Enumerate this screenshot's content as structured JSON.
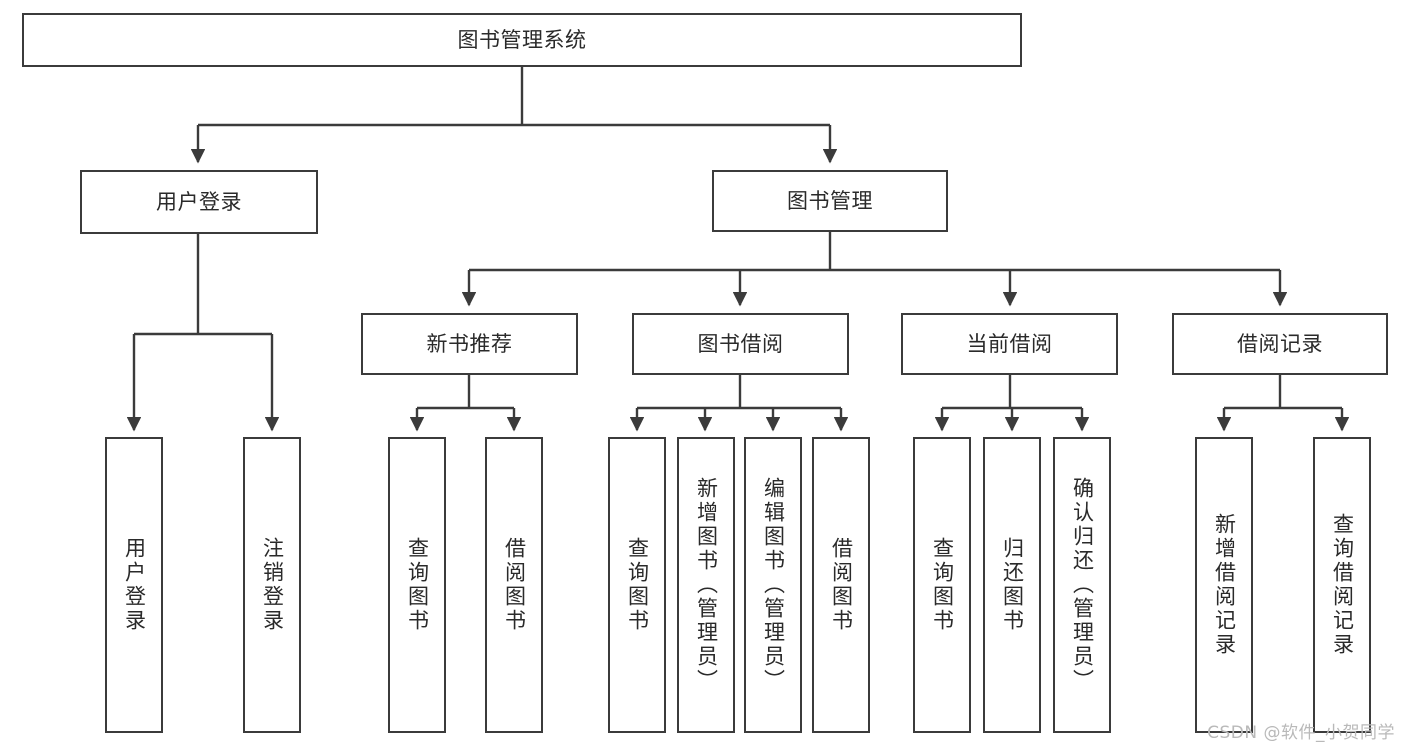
{
  "diagram": {
    "title": "图书管理系统",
    "watermark": "CSDN @软件_小贺同学",
    "colors": {
      "stroke": "#3b3b3b",
      "fill": "#ffffff",
      "text": "#2a2a2a",
      "watermark": "#b9b9b9"
    },
    "levels": {
      "root": {
        "label": "图书管理系统"
      },
      "level1": [
        {
          "id": "user-login",
          "label": "用户登录"
        },
        {
          "id": "book-management",
          "label": "图书管理"
        }
      ],
      "level2": [
        {
          "id": "new-book-recommend",
          "label": "新书推荐"
        },
        {
          "id": "book-borrow",
          "label": "图书借阅"
        },
        {
          "id": "current-borrow",
          "label": "当前借阅"
        },
        {
          "id": "borrow-record",
          "label": "借阅记录"
        }
      ],
      "leaves": {
        "user-login": [
          {
            "id": "leaf-user-login",
            "label": "用户登录"
          },
          {
            "id": "leaf-logout-login",
            "label": "注销登录"
          }
        ],
        "new-book-recommend": [
          {
            "id": "leaf-query-books-1",
            "label": "查询图书"
          },
          {
            "id": "leaf-borrow-books-1",
            "label": "借阅图书"
          }
        ],
        "book-borrow": [
          {
            "id": "leaf-query-books-2",
            "label": "查询图书"
          },
          {
            "id": "leaf-add-book",
            "label": "新增图书（管理员）"
          },
          {
            "id": "leaf-edit-book",
            "label": "编辑图书（管理员）"
          },
          {
            "id": "leaf-borrow-books-2",
            "label": "借阅图书"
          }
        ],
        "current-borrow": [
          {
            "id": "leaf-query-books-3",
            "label": "查询图书"
          },
          {
            "id": "leaf-return-book",
            "label": "归还图书"
          },
          {
            "id": "leaf-confirm-return",
            "label": "确认归还（管理员）"
          }
        ],
        "borrow-record": [
          {
            "id": "leaf-add-record",
            "label": "新增借阅记录"
          },
          {
            "id": "leaf-query-record",
            "label": "查询借阅记录"
          }
        ]
      }
    }
  }
}
